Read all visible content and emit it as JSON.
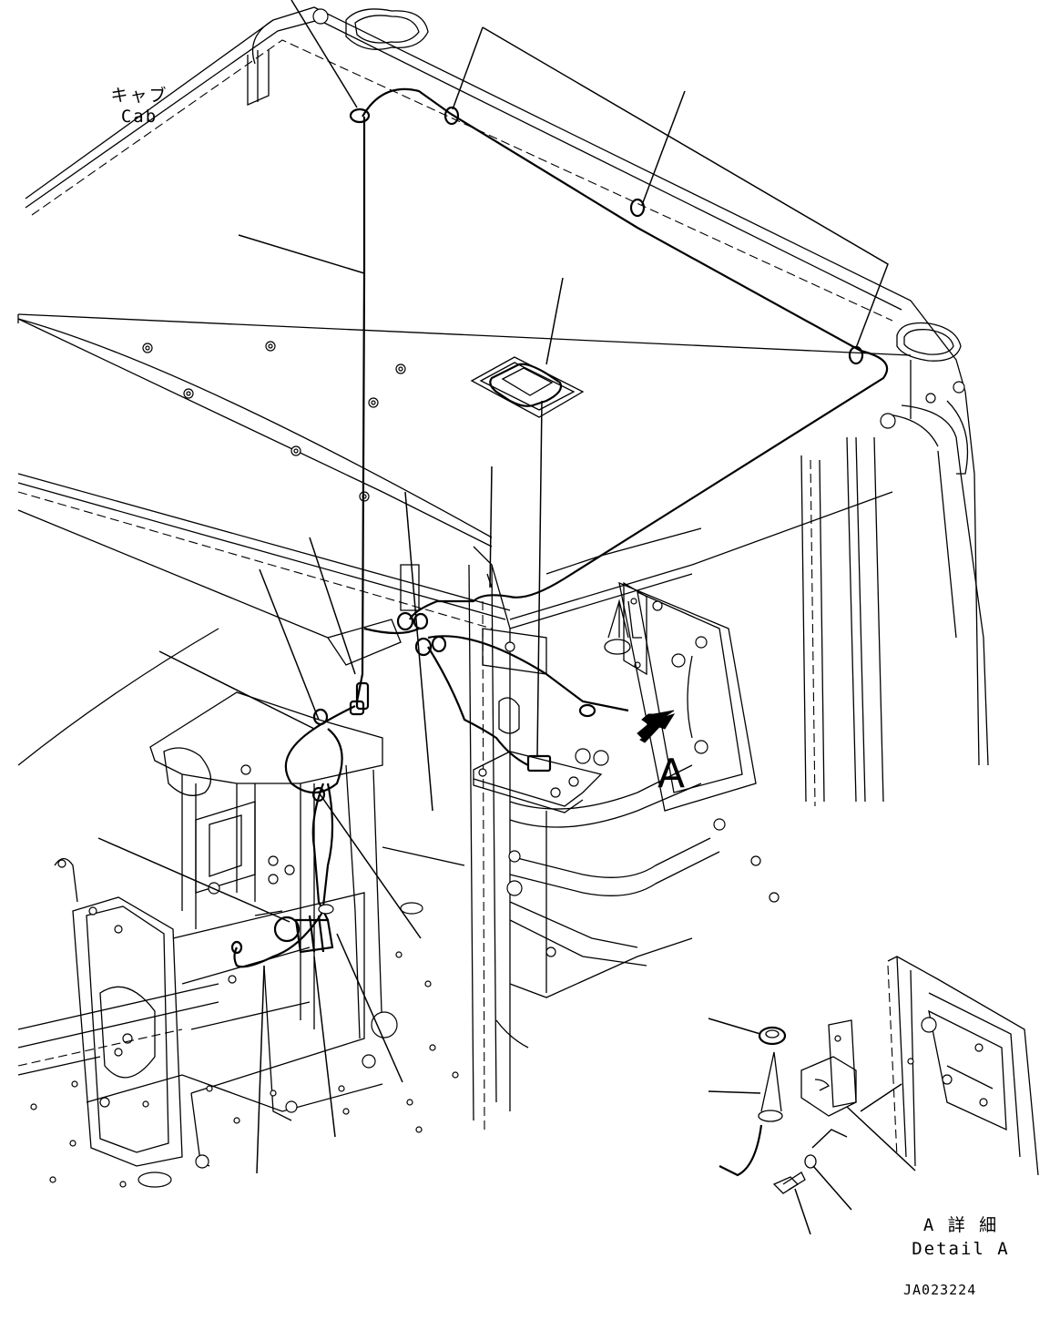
{
  "labels": {
    "cab_jp": "キャブ",
    "cab_en": "Cab",
    "view_marker": "A",
    "detail_jp": "A 詳 細",
    "detail_en": "Detail A",
    "drawing_code": "JA023224"
  },
  "icons": {
    "view_arrow": "view-direction-arrow-icon"
  },
  "colors": {
    "line": "#000000",
    "background": "#ffffff"
  }
}
